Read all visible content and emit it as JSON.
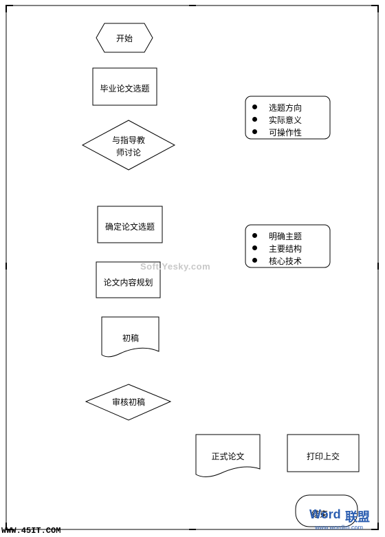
{
  "nodes": {
    "start": "开始",
    "select_topic": "毕业论文选题",
    "discuss_line1": "与指导教",
    "discuss_line2": "师讨论",
    "confirm_topic": "确定论文选题",
    "content_plan": "论文内容规划",
    "first_draft": "初稿",
    "review_draft": "审核初稿",
    "formal_paper": "正式论文",
    "print_submit": "打印上交",
    "end": "结束"
  },
  "callout1": {
    "items": [
      "选题方向",
      "实际意义",
      "可操作性"
    ]
  },
  "callout2": {
    "items": [
      "明确主题",
      "主要结构",
      "核心技术"
    ]
  },
  "watermarks": {
    "center": "Soft.Yesky.com",
    "site": "WWW.45IT.COM",
    "brand_word": "Word",
    "brand_cn": "联盟",
    "brand_url": "www.wordlm.com"
  }
}
